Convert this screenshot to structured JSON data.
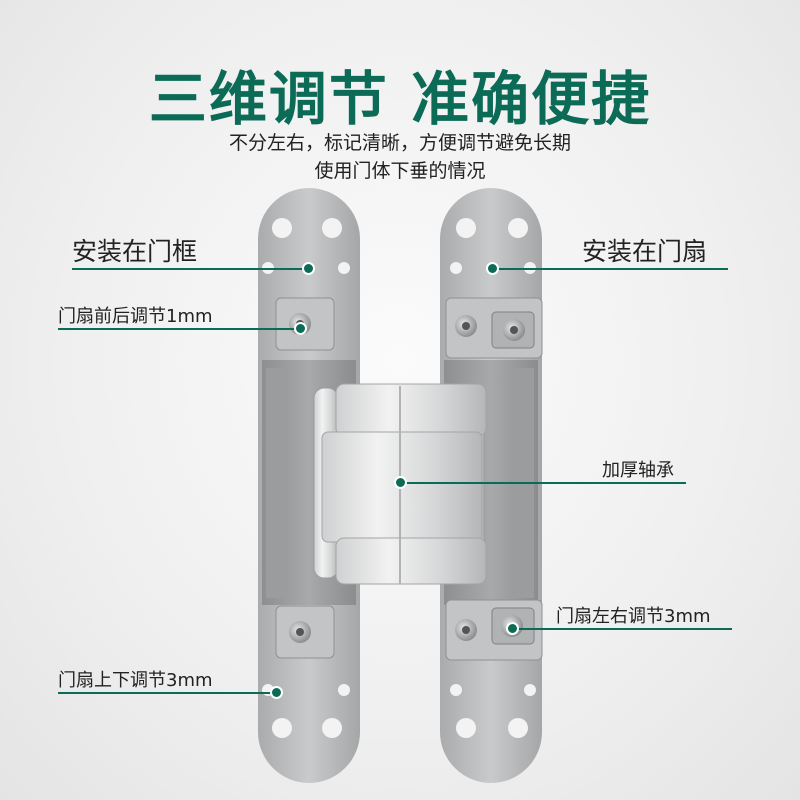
{
  "header": {
    "title": "三维调节 准确便捷",
    "subtitle_line1": "不分左右，标记清晰，方便调节避免长期",
    "subtitle_line2": "使用门体下垂的情况"
  },
  "callouts": {
    "frame_mount": "安装在门框",
    "door_mount": "安装在门扇",
    "front_back": "门扇前后调节1mm",
    "bearing": "加厚轴承",
    "left_right": "门扇左右调节3mm",
    "up_down": "门扇上下调节3mm"
  },
  "colors": {
    "accent": "#0b6b56",
    "metal": "#b9bbbd"
  }
}
